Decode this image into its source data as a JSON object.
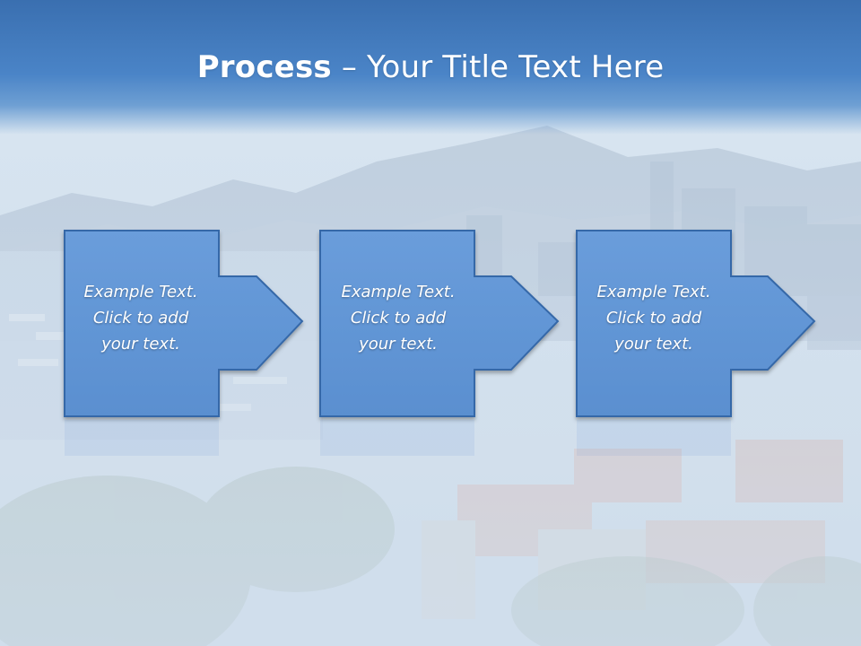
{
  "slide": {
    "title_bold": "Process",
    "title_rest": " – Your Title Text Here"
  },
  "steps": [
    {
      "line1": "Example Text.",
      "line2": "Click  to add",
      "line3": "your text."
    },
    {
      "line1": "Example Text.",
      "line2": "Click  to add",
      "line3": "your text."
    },
    {
      "line1": "Example Text.",
      "line2": "Click  to add",
      "line3": "your text."
    }
  ],
  "colors": {
    "title_band": "#4a84c7",
    "shape_fill": "#5f95d6",
    "shape_border": "#2f5f9f",
    "text": "#ffffff"
  }
}
